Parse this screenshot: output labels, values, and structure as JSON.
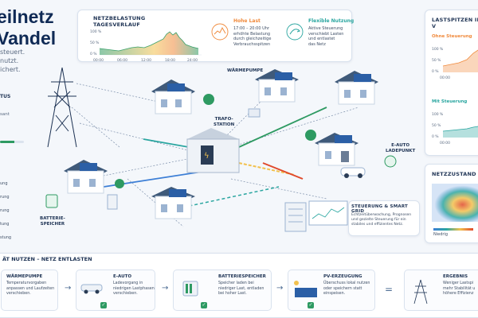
{
  "hero": {
    "title_line1": "eilnetz",
    "title_line2": "Vandel",
    "sub_line1": "steuert.",
    "sub_line2": "nutzt.",
    "sub_line3": "ichert."
  },
  "status": {
    "title": "TUS",
    "sub": "sant",
    "level": 0.6
  },
  "side_labels": [
    "ung",
    "rung",
    "rung",
    "tung",
    "stung"
  ],
  "load_panel": {
    "title_line1": "NETZBELASTUNG",
    "title_line2": "TAGESVERLAUF",
    "y_ticks": [
      "100 %",
      "50 %",
      "0 %"
    ],
    "x_ticks": [
      "00:00",
      "06:00",
      "12:00",
      "18:00",
      "24:00"
    ]
  },
  "high_load": {
    "title": "Hohe Last",
    "lines": [
      "17:00 – 20:00 Uhr",
      "erhöhte Belastung",
      "durch gleichzeitige",
      "Verbrauchsspitzen"
    ]
  },
  "flexible": {
    "title": "Flexible Nutzung",
    "lines": [
      "Aktive Steuerung",
      "verschiebt Lasten",
      "und entlastet",
      "das Netz"
    ]
  },
  "peaks_panel": {
    "title": "LASTSPITZEN IM V",
    "without": "Ohne Steuerung",
    "with": "Mit Steuerung",
    "y_ticks": [
      "100 %",
      "50 %",
      "0 %"
    ],
    "x_ticks": [
      "00:00"
    ]
  },
  "grid_state": {
    "title": "NETZZUSTAND",
    "low": "Niedrig"
  },
  "callouts": {
    "heatpump": "WÄRMEPUMPE",
    "station_line1": "TRAFO-",
    "station_line2": "STATION",
    "ev_line1": "E-AUTO",
    "ev_line2": "LADEPUNKT",
    "battery_line1": "BATTERIE-",
    "battery_line2": "SPEICHER"
  },
  "control": {
    "title": "STEUERUNG & SMART GRID",
    "lines": [
      "Echtzeitüberwachung, Prognosen",
      "und gezielte Steuerung für ein",
      "stabiles und effizientes Netz."
    ]
  },
  "bottom": {
    "title": "ÄT NUTZEN – NETZ ENTLASTEN",
    "cards": [
      {
        "title": "WÄRMEPUMPE",
        "lines": [
          "Temperaturvorgaben",
          "anpassen und Laufzeiten",
          "verschieben."
        ]
      },
      {
        "title": "E-AUTO",
        "lines": [
          "Ladevorgang in",
          "niedrigen Lastphasen",
          "verschieben."
        ]
      },
      {
        "title": "BATTERIESPEICHER",
        "lines": [
          "Speicher laden bei",
          "niedriger Last, entladen",
          "bei hoher Last."
        ]
      },
      {
        "title": "PV-ERZEUGUNG",
        "lines": [
          "Überschuss lokal nutzen",
          "oder speichern statt",
          "einspeisen."
        ]
      },
      {
        "title": "ERGEBNIS",
        "lines": [
          "Weniger Lastspi",
          "mehr Stabilität u",
          "höhere Effizienz"
        ]
      }
    ],
    "equals": "="
  },
  "colors": {
    "navy": "#0f2a55",
    "green": "#2e9a62",
    "orange": "#f08a3c",
    "teal": "#2aa6a0",
    "blue": "#3d7fd6"
  }
}
